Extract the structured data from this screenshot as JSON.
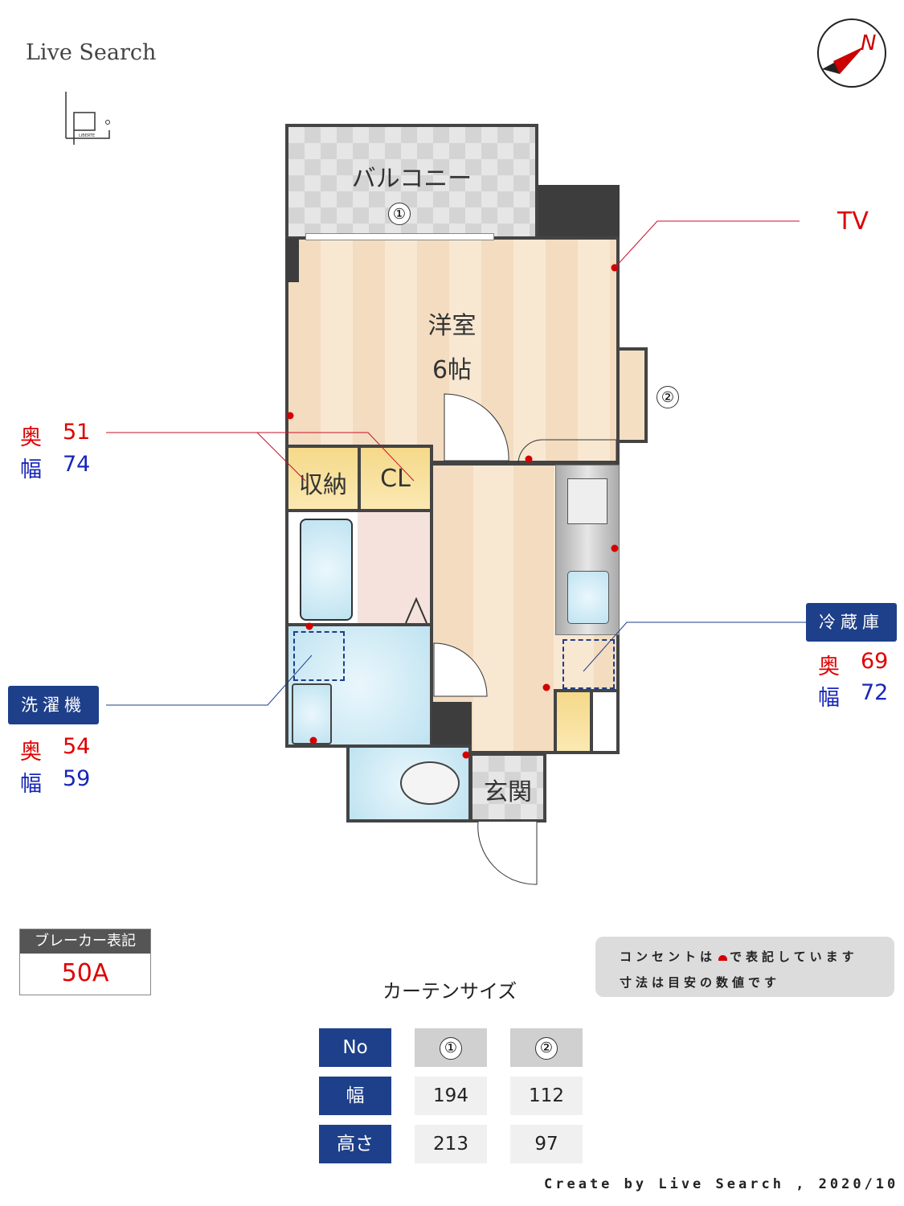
{
  "brand": {
    "name": "Live Search",
    "logo_text": "LIBERTE"
  },
  "compass": {
    "north_label": "N"
  },
  "rooms": {
    "balcony": "バルコニー",
    "western_room": "洋室",
    "western_room_size": "6帖",
    "storage": "収納",
    "closet": "CL",
    "entrance": "玄関"
  },
  "windows": {
    "w1": "①",
    "w2": "②"
  },
  "callouts": {
    "tv": "TV",
    "storage": {
      "depth_label": "奥",
      "depth": "51",
      "width_label": "幅",
      "width": "74"
    },
    "washer": {
      "title": "洗濯機",
      "depth_label": "奥",
      "depth": "54",
      "width_label": "幅",
      "width": "59"
    },
    "fridge": {
      "title": "冷蔵庫",
      "depth_label": "奥",
      "depth": "69",
      "width_label": "幅",
      "width": "72"
    }
  },
  "breaker": {
    "label": "ブレーカー表記",
    "value": "50A"
  },
  "notes": {
    "line1_a": "コンセントは",
    "line1_b": "で表記しています",
    "line2": "寸法は目安の数値です"
  },
  "curtain": {
    "title": "カーテンサイズ",
    "headers": [
      "No",
      "①",
      "②"
    ],
    "rows": [
      {
        "label": "幅",
        "values": [
          "194",
          "112"
        ]
      },
      {
        "label": "高さ",
        "values": [
          "213",
          "97"
        ]
      }
    ]
  },
  "footer": "Create by Live Search , 2020/10",
  "colors": {
    "accent_navy": "#1e3f8a",
    "red": "#e00000",
    "blue": "#1726b8",
    "outlet": "#d40000"
  }
}
